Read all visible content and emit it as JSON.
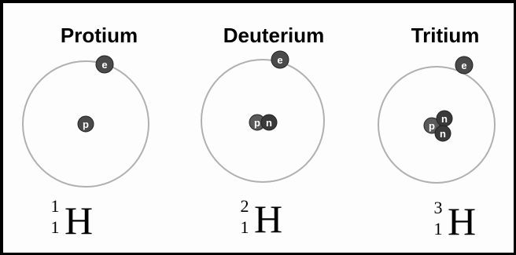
{
  "isotopes": [
    {
      "name": "Protium",
      "symbol": "H",
      "mass_number": "1",
      "atomic_number": "1",
      "nucleus": [
        "p"
      ],
      "electron": "e"
    },
    {
      "name": "Deuterium",
      "symbol": "H",
      "mass_number": "2",
      "atomic_number": "1",
      "nucleus": [
        "p",
        "n"
      ],
      "electron": "e"
    },
    {
      "name": "Tritium",
      "symbol": "H",
      "mass_number": "3",
      "atomic_number": "1",
      "nucleus": [
        "p",
        "n",
        "n"
      ],
      "electron": "e"
    }
  ],
  "colors": {
    "orbit": "#b0b0b0",
    "particle": "#4a4a4a",
    "particle_dark": "#2f2f2f"
  }
}
